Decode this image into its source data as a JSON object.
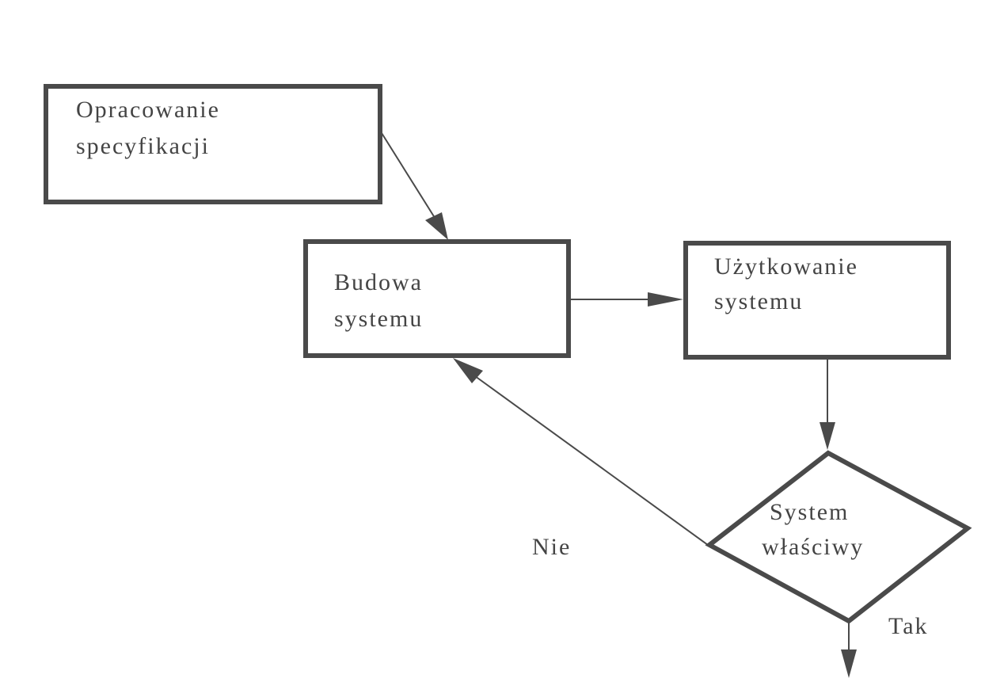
{
  "diagram": {
    "type": "flowchart",
    "nodes": [
      {
        "id": "spec",
        "shape": "rectangle",
        "lines": [
          "Opracowanie",
          "specyfikacji"
        ]
      },
      {
        "id": "build",
        "shape": "rectangle",
        "lines": [
          "Budowa",
          "systemu"
        ]
      },
      {
        "id": "use",
        "shape": "rectangle",
        "lines": [
          "Użytkowanie",
          "systemu"
        ]
      },
      {
        "id": "check",
        "shape": "diamond",
        "lines": [
          "System",
          "właściwy"
        ]
      }
    ],
    "edges": [
      {
        "from": "spec",
        "to": "build",
        "label": ""
      },
      {
        "from": "build",
        "to": "use",
        "label": ""
      },
      {
        "from": "use",
        "to": "check",
        "label": ""
      },
      {
        "from": "check",
        "to": "build",
        "label": "Nie"
      },
      {
        "from": "check",
        "to": "exit",
        "label": "Tak"
      }
    ],
    "edge_labels": {
      "no": "Nie",
      "yes": "Tak"
    }
  }
}
